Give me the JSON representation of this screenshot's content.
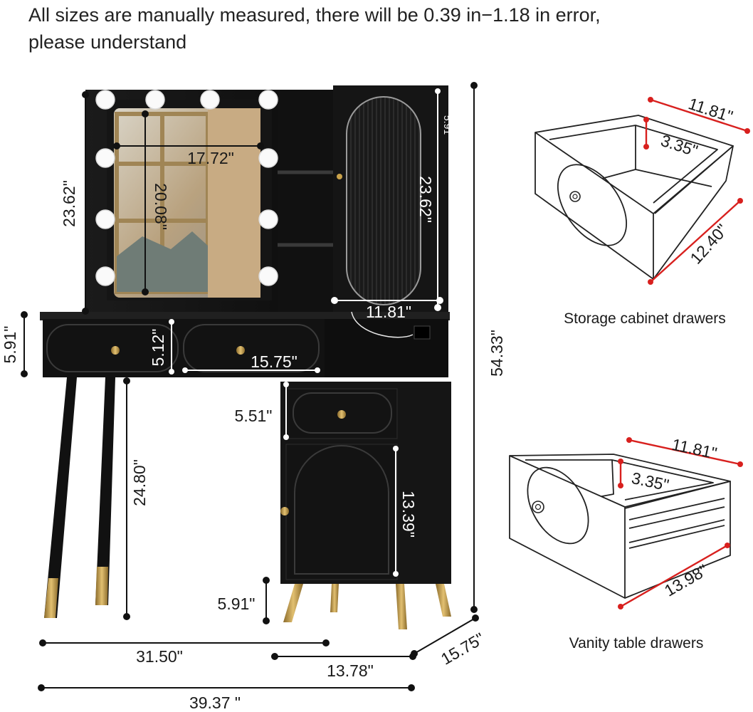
{
  "header": {
    "line1": "All sizes are manually measured, there will be 0.39 in−1.18 in error,",
    "line2": "please understand"
  },
  "vanity": {
    "mirror_width": "17.72\"",
    "mirror_height": "20.08\"",
    "mirror_frame_height": "23.62\"",
    "top_gap": "5.91\"",
    "cabinet_height": "23.62\"",
    "cabinet_width": "11.81\"",
    "tabletop_thickness": "5.91\"",
    "drawer_height": "5.12\"",
    "drawer_width": "15.75\"",
    "lower_drawer_height": "5.51\"",
    "leg_height": "24.80\"",
    "door_height": "13.39\"",
    "cabinet_leg_height": "5.91\"",
    "total_height": "54.33\"",
    "table_width": "31.50\"",
    "cabinet_base_width": "13.78\"",
    "depth": "15.75\"",
    "total_width": "39.37 \""
  },
  "storage_drawer": {
    "caption": "Storage cabinet drawers",
    "width": "11.81\"",
    "height": "3.35\"",
    "depth": "12.40\""
  },
  "vanity_drawer": {
    "caption": "Vanity table drawers",
    "width": "11.81\"",
    "height": "3.35\"",
    "depth": "13.98\""
  },
  "colors": {
    "furniture": "#141414",
    "gold": "#c9a24a",
    "red_dimension": "#d8201e"
  }
}
